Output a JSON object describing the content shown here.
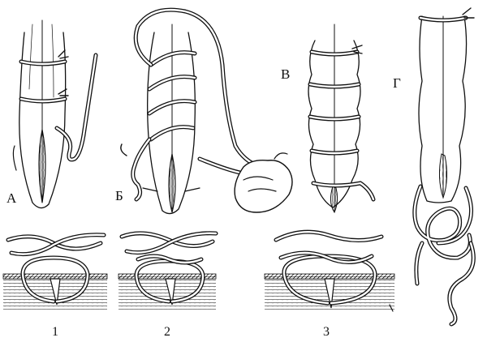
{
  "panels": [
    {
      "letter": "А"
    },
    {
      "letter": "Б"
    },
    {
      "letter": "В"
    },
    {
      "letter": "Г"
    }
  ],
  "knots": [
    {
      "number": "1"
    },
    {
      "number": "2"
    },
    {
      "number": "3"
    }
  ]
}
